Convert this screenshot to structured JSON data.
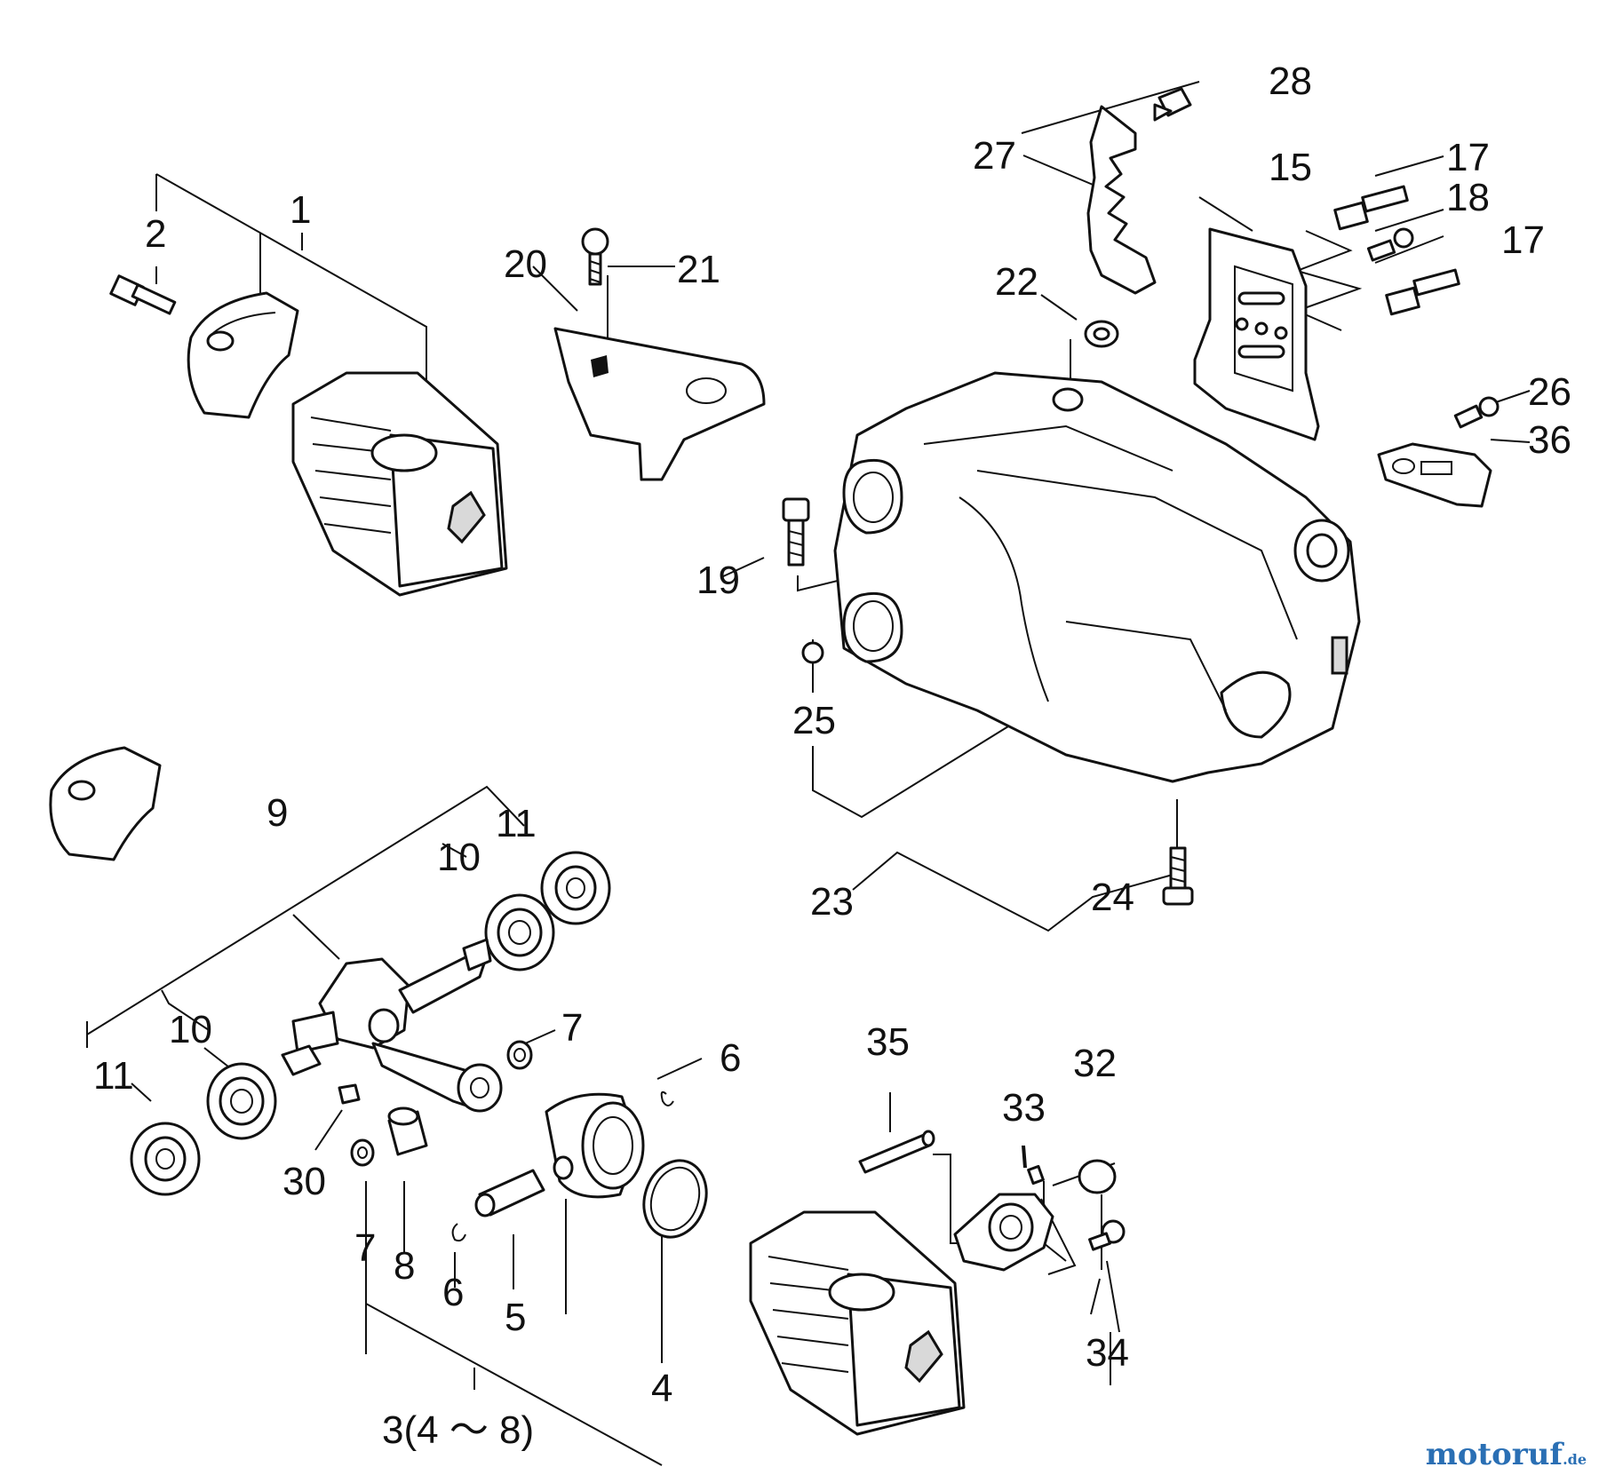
{
  "labels": {
    "l1": "1",
    "l2": "2",
    "l3": "3(4 ～ 8)",
    "l4": "4",
    "l5": "5",
    "l6a": "6",
    "l6b": "6",
    "l7a": "7",
    "l7b": "7",
    "l8": "8",
    "l9": "9",
    "l10a": "10",
    "l10b": "10",
    "l11a": "11",
    "l11b": "11",
    "l15": "15",
    "l17a": "17",
    "l17b": "17",
    "l18": "18",
    "l19": "19",
    "l20": "20",
    "l21": "21",
    "l22": "22",
    "l23": "23",
    "l24": "24",
    "l25": "25",
    "l26": "26",
    "l27": "27",
    "l28": "28",
    "l30": "30",
    "l32": "32",
    "l33": "33",
    "l34": "34",
    "l35": "35",
    "l36": "36"
  },
  "watermark": {
    "text": "motoruf",
    "suffix": ".de"
  }
}
